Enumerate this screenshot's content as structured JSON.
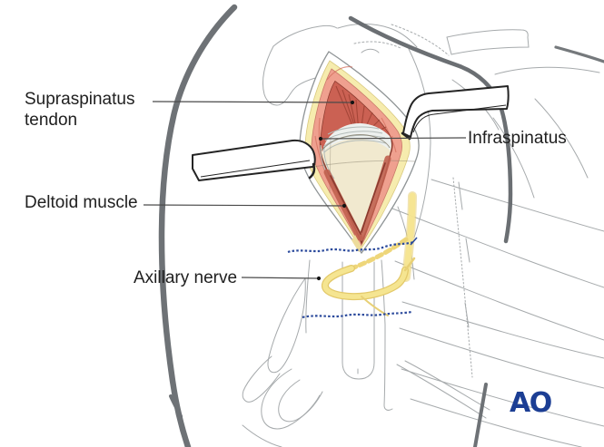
{
  "figure": {
    "kind": "surgical-anatomy-illustration",
    "annotations": {
      "supraspinatus_tendon": "Supraspinatus tendon",
      "infraspinatus": "Infraspinatus",
      "deltoid_muscle": "Deltoid muscle",
      "axillary_nerve": "Axillary nerve"
    },
    "logo": {
      "text": "AO",
      "color": "#1c3e94"
    },
    "colors": {
      "body_outline": "#6e7276",
      "anatomy_line": "#a6aaac",
      "skin_edge": "#ffffff",
      "fat_yellow": "#f6ecae",
      "muscle_pink": "#efa08f",
      "muscle_red": "#cb6153",
      "muscle_dark_red": "#8a3a2e",
      "tendon_white": "#edf0ee",
      "bone_cream": "#f1e9cf",
      "nerve_yellow": "#f3e08a",
      "marker_blue": "#2b4a9c",
      "leader_line": "#4a4a4a",
      "label_text": "#202020"
    }
  }
}
